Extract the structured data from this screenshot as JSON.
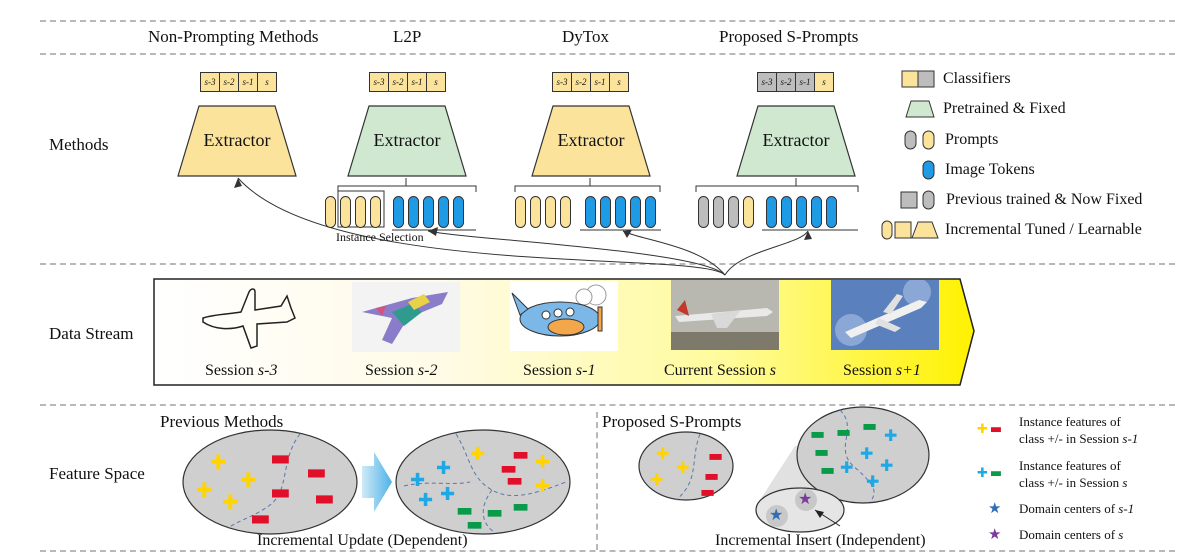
{
  "columns": {
    "non_prompting": "Non-Prompting Methods",
    "l2p": "L2P",
    "dytox": "DyTox",
    "s_prompts": "Proposed S-Prompts"
  },
  "rows": {
    "methods": "Methods",
    "data_stream": "Data Stream",
    "feature_space": "Feature Space"
  },
  "extractor_label": "Extractor",
  "classifier_cells": [
    "s-3",
    "s-2",
    "s-1",
    "s"
  ],
  "instance_selection": "Instance Selection",
  "legend": {
    "classifiers": "Classifiers",
    "pretrained": "Pretrained & Fixed",
    "prompts": "Prompts",
    "image_tokens": "Image Tokens",
    "previous": "Previous trained & Now Fixed",
    "incremental": "Incremental Tuned / Learnable"
  },
  "sessions": {
    "s3_prefix": "Session ",
    "s3_italic": "s-3",
    "s2_prefix": "Session ",
    "s2_italic": "s-2",
    "s1_prefix": "Session ",
    "s1_italic": "s-1",
    "cur_prefix": "Current Session ",
    "cur_italic": "s",
    "next_prefix": "Session ",
    "next_italic": "s+1"
  },
  "feature": {
    "previous_methods": "Previous Methods",
    "proposed": "Proposed S-Prompts",
    "update_caption": "Incremental Update (Dependent)",
    "insert_caption": "Incremental Insert (Independent)",
    "leg1_line1": "Instance features of",
    "leg1_line2_prefix": "class +/- in Session ",
    "leg1_line2_italic": "s-1",
    "leg2_line1": "Instance features of",
    "leg2_line2_prefix": "class +/- in Session ",
    "leg2_line2_italic": "s",
    "leg3_prefix": "Domain centers of ",
    "leg3_italic": "s-1",
    "leg4_prefix": "Domain centers of ",
    "leg4_italic": "s"
  },
  "colors": {
    "yellow": "#fbe39b",
    "green": "#cfe8cf",
    "blue": "#1f9be6",
    "gray": "#bdbdbd",
    "minus_red": "#e0102a",
    "plus_yellow": "#ffd400",
    "plus_blue": "#1ea8e6",
    "minus_green": "#0a9b4a"
  }
}
